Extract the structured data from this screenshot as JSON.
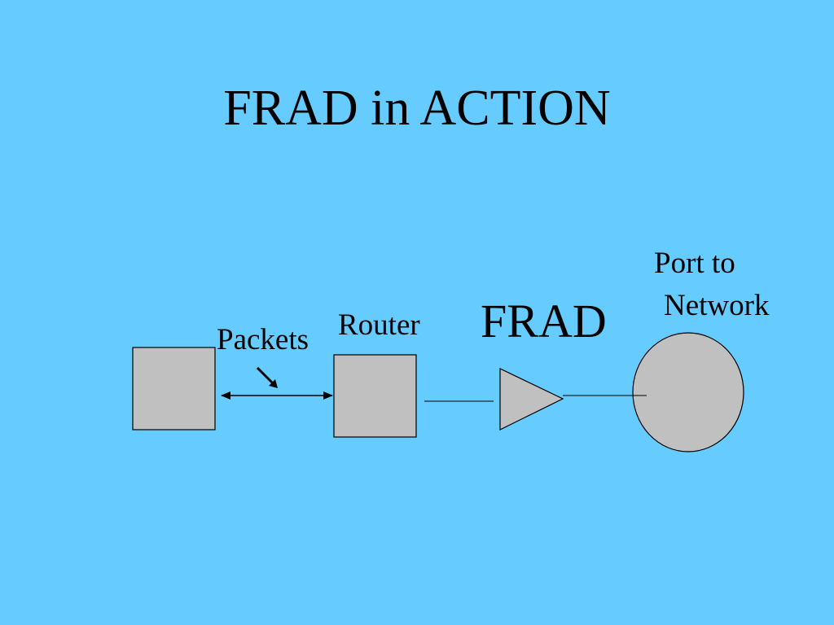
{
  "slide": {
    "title": "FRAD in ACTION",
    "background": "#66ccff"
  },
  "diagram": {
    "labels": {
      "packets": "Packets",
      "router": "Router",
      "frad": "FRAD",
      "port_line1": "Port to",
      "port_line2": "Network"
    },
    "colors": {
      "shape_fill": "#c0c0c0",
      "shape_stroke": "#000000"
    }
  }
}
